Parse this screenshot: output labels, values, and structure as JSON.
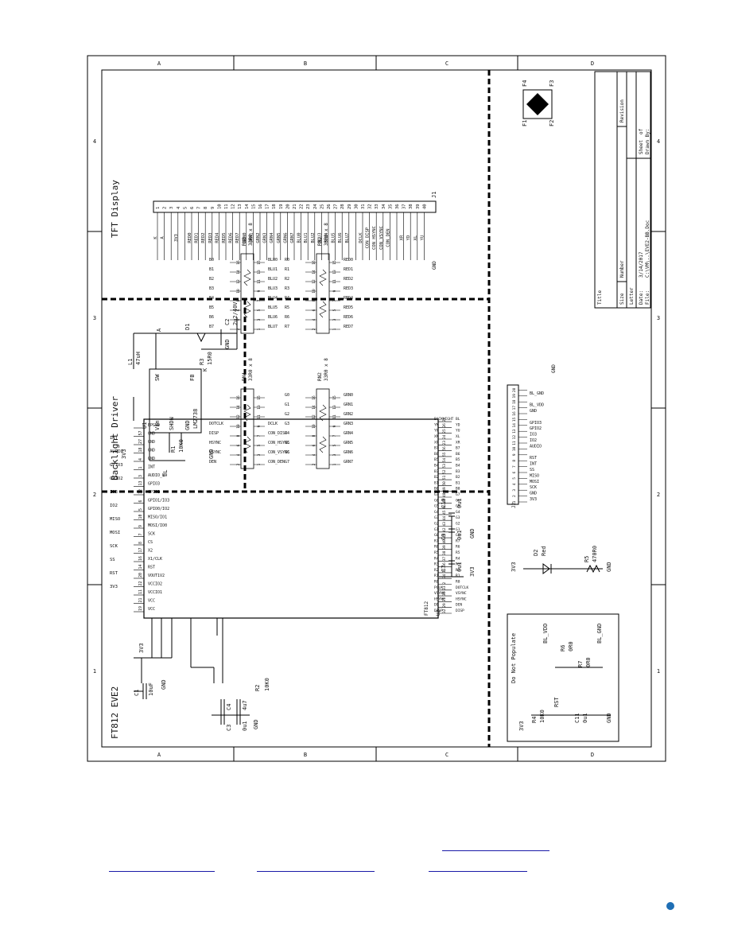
{
  "border": {
    "cols": [
      "A",
      "B",
      "C",
      "D"
    ],
    "rows": [
      "1",
      "2",
      "3",
      "4"
    ]
  },
  "sections": {
    "tft": "TFT Display",
    "backlight": "Backlight Driver",
    "eve": "FT812 EVE2",
    "dnp": "Do Not Populate"
  },
  "j1": {
    "ref": "J1",
    "pins": [
      "1",
      "2",
      "3",
      "4",
      "5",
      "6",
      "7",
      "8",
      "9",
      "10",
      "11",
      "12",
      "13",
      "14",
      "15",
      "16",
      "17",
      "18",
      "19",
      "20",
      "21",
      "22",
      "23",
      "24",
      "25",
      "26",
      "27",
      "28",
      "29",
      "30",
      "31",
      "32",
      "33",
      "34",
      "35",
      "36",
      "37",
      "38",
      "39",
      "40"
    ],
    "nets": [
      "K",
      "A",
      "",
      "3V3",
      "",
      "RED0",
      "RED1",
      "RED2",
      "RED3",
      "RED4",
      "RED5",
      "RED6",
      "RED7",
      "GRN0",
      "GRN1",
      "GRN2",
      "GRN3",
      "GRN4",
      "GRN5",
      "GRN6",
      "GRN7",
      "BLU0",
      "BLU1",
      "BLU2",
      "BLU3",
      "BLU4",
      "BLU5",
      "BLU6",
      "BLU7",
      "",
      "DCLK",
      "CON_DISP",
      "CON_HSYNC",
      "CON_VSYNC",
      "CON_DEN",
      "",
      "XR",
      "YD",
      "XL",
      "YU"
    ],
    "gnd": "GND"
  },
  "u2": {
    "ref": "U2",
    "part": "FT812",
    "left_pins": [
      {
        "num": "19",
        "name": "VCC"
      },
      {
        "num": "21",
        "name": "VCC"
      },
      {
        "num": "11",
        "name": "VCCIO1"
      },
      {
        "num": "22",
        "name": "VCCIO2"
      },
      {
        "num": "20",
        "name": "VOUT1V2"
      },
      {
        "num": "14",
        "name": "RST"
      },
      {
        "num": "16",
        "name": "X1/CLK"
      },
      {
        "num": "17",
        "name": "X2"
      },
      {
        "num": "8",
        "name": "CS"
      },
      {
        "num": "7",
        "name": "SCK"
      },
      {
        "num": "9",
        "name": "MOSI/IO0"
      },
      {
        "num": "10",
        "name": "MISO/IO1"
      },
      {
        "num": "5",
        "name": "GPIO0/IO2"
      },
      {
        "num": "6",
        "name": "GPIO1/IO3"
      },
      {
        "num": "12",
        "name": "GPIO2"
      },
      {
        "num": "13",
        "name": "GPIO3"
      },
      {
        "num": "3",
        "name": "AUDIO_L"
      },
      {
        "num": "1",
        "name": "INT"
      },
      {
        "num": "4",
        "name": "GND"
      },
      {
        "num": "18",
        "name": "GND"
      },
      {
        "num": "27",
        "name": "GND"
      },
      {
        "num": "57",
        "name": "GND"
      },
      {
        "num": "",
        "name": "EPGND"
      }
    ],
    "left_nets": [
      "3V3",
      "RST",
      "SS",
      "SCK",
      "MOSI",
      "MISO",
      "IO2",
      "IO3",
      "GPIO2",
      "GPIO3",
      "AUDIO",
      "INT"
    ],
    "right_pins": [
      {
        "num": "32",
        "name": "DISP",
        "net": "DISP"
      },
      {
        "num": "29",
        "name": "DE",
        "net": "DEN"
      },
      {
        "num": "31",
        "name": "HSYNC",
        "net": "HSYNC"
      },
      {
        "num": "30",
        "name": "VSYNC",
        "net": "VSYNC"
      },
      {
        "num": "33",
        "name": "PCLK",
        "net": "DOTCLK"
      },
      {
        "num": "2",
        "name": "R0",
        "net": "R0"
      },
      {
        "num": "34",
        "name": "R1",
        "net": "R1"
      },
      {
        "num": "35",
        "name": "R2",
        "net": "R2"
      },
      {
        "num": "36",
        "name": "R3",
        "net": "R3"
      },
      {
        "num": "37",
        "name": "R4",
        "net": "R4"
      },
      {
        "num": "38",
        "name": "R5",
        "net": "R5"
      },
      {
        "num": "39",
        "name": "R6",
        "net": "R6"
      },
      {
        "num": "40",
        "name": "R7",
        "net": "R7"
      },
      {
        "num": "41",
        "name": "G0",
        "net": "G0"
      },
      {
        "num": "42",
        "name": "G1",
        "net": "G1"
      },
      {
        "num": "43",
        "name": "G2",
        "net": "G2"
      },
      {
        "num": "44",
        "name": "G3",
        "net": "G3"
      },
      {
        "num": "45",
        "name": "G4",
        "net": "G4"
      },
      {
        "num": "46",
        "name": "G5",
        "net": "G5"
      },
      {
        "num": "47",
        "name": "G6",
        "net": "G6"
      },
      {
        "num": "48",
        "name": "G7",
        "net": "G7"
      },
      {
        "num": "49",
        "name": "B0",
        "net": "B0"
      },
      {
        "num": "50",
        "name": "B1",
        "net": "B1"
      },
      {
        "num": "51",
        "name": "B2",
        "net": "B2"
      },
      {
        "num": "52",
        "name": "B3",
        "net": "B3"
      },
      {
        "num": "53",
        "name": "B4",
        "net": "B4"
      },
      {
        "num": "54",
        "name": "B5",
        "net": "B5"
      },
      {
        "num": "55",
        "name": "B6",
        "net": "B6"
      },
      {
        "num": "56",
        "name": "B7",
        "net": "B7"
      },
      {
        "num": "23",
        "name": "XP",
        "net": "XR"
      },
      {
        "num": "24",
        "name": "XM",
        "net": "XL"
      },
      {
        "num": "25",
        "name": "YP",
        "net": "YU"
      },
      {
        "num": "26",
        "name": "YM",
        "net": "YD"
      },
      {
        "num": "28",
        "name": "BACKLIGHT",
        "net": "BL"
      }
    ]
  },
  "eve_parts": {
    "c1": [
      "C1",
      "10uF"
    ],
    "c3": [
      "C3",
      "0u1"
    ],
    "c4": [
      "C4",
      "4u7"
    ],
    "r2": [
      "R2",
      "10K0"
    ],
    "c7": [
      "C7",
      "0u1"
    ],
    "c9": [
      "C9",
      "0u1"
    ],
    "c10": [
      "C10",
      "0u1"
    ],
    "vcc_net": "3V3",
    "gnd": "GND"
  },
  "backlight": {
    "u1_ref": "U1",
    "u1_part": "LM2738",
    "u1_pins": [
      "SW",
      "FB",
      "Vin",
      "SHDN",
      "GND"
    ],
    "u1_pin_nums": [
      "1",
      "3",
      "5",
      "4",
      "2"
    ],
    "l1": [
      "L1",
      "47uH"
    ],
    "d1": "D1",
    "c2": [
      "C2",
      "2u2/40V"
    ],
    "r1": [
      "R1",
      "10K0"
    ],
    "r3": [
      "R3",
      "15R0"
    ],
    "net_bl": "BL",
    "net_k": "K",
    "net_a": "A",
    "net_3v3": "3V3",
    "gnd": "GND"
  },
  "rn1": {
    "ref": "RN1",
    "val": "33R0 x 8",
    "left_nets": [
      "R7",
      "R6",
      "R5",
      "R4",
      "R3",
      "R2",
      "R1",
      "R0"
    ],
    "left_pins": [
      "2",
      "4",
      "6",
      "8",
      "10",
      "12",
      "14",
      "16"
    ],
    "right_pins": [
      "1",
      "3",
      "5",
      "7",
      "9",
      "11",
      "13",
      "15"
    ],
    "right_nets": [
      "RED7",
      "RED6",
      "RED5",
      "RED4",
      "RED3",
      "RED2",
      "RED1",
      "RED0"
    ]
  },
  "rn2": {
    "ref": "RN2",
    "val": "33R0 x 8",
    "left_nets": [
      "G7",
      "G6",
      "G5",
      "G4",
      "G3",
      "G2",
      "G1",
      "G0"
    ],
    "left_pins": [
      "2",
      "4",
      "6",
      "8",
      "10",
      "12",
      "14",
      "16"
    ],
    "right_pins": [
      "1",
      "3",
      "5",
      "7",
      "9",
      "11",
      "13",
      "15"
    ],
    "right_nets": [
      "GRN7",
      "GRN6",
      "GRN5",
      "GRN4",
      "GRN3",
      "GRN2",
      "GRN1",
      "GRN0"
    ]
  },
  "rn3": {
    "ref": "RN3",
    "val": "33R0 x 8",
    "left_nets": [
      "B7",
      "B6",
      "B5",
      "B4",
      "B3",
      "B2",
      "B1",
      "B0"
    ],
    "left_pins": [
      "2",
      "4",
      "6",
      "8",
      "10",
      "12",
      "14",
      "16"
    ],
    "right_pins": [
      "1",
      "3",
      "5",
      "7",
      "9",
      "11",
      "13",
      "15"
    ],
    "right_nets": [
      "BLU7",
      "BLU6",
      "BLU5",
      "BLU4",
      "BLU3",
      "BLU2",
      "BLU1",
      "BLU0"
    ]
  },
  "rn4": {
    "ref": "RN4",
    "val": "33R0 x 8",
    "left_nets": [
      "DEN",
      "VSYNC",
      "HSYNC",
      "DISP",
      "DOTCLK",
      "",
      "",
      ""
    ],
    "left_pins": [
      "2",
      "4",
      "6",
      "8",
      "10",
      "12",
      "14",
      "16"
    ],
    "right_pins": [
      "1",
      "3",
      "5",
      "7",
      "9",
      "11",
      "13",
      "15"
    ],
    "right_nets": [
      "CON_DEN",
      "CON_VSYNC",
      "CON_HSYNC",
      "CON_DISP",
      "DCLK",
      "",
      "",
      ""
    ]
  },
  "j2": {
    "ref": "J2",
    "pins": [
      "1",
      "2",
      "3",
      "4",
      "5",
      "6",
      "7",
      "8",
      "9",
      "10",
      "11",
      "12",
      "13",
      "14",
      "15",
      "16",
      "17",
      "18",
      "19",
      "20"
    ],
    "nets": [
      "3V3",
      "GND",
      "SCK",
      "MOSI",
      "MISO",
      "SS",
      "INT",
      "RST",
      "",
      "AUDIO",
      "IO2",
      "IO3",
      "GPIO2",
      "GPIO3",
      "",
      "GND",
      "BL_VDD",
      "",
      "BL_GND",
      ""
    ],
    "gnd": "GND"
  },
  "led": {
    "d2": [
      "D2",
      "Red"
    ],
    "r5": [
      "R5",
      "470R0"
    ],
    "net": "3V3",
    "gnd": "GND"
  },
  "dnp_parts": {
    "r4": [
      "R4",
      "10K0"
    ],
    "c11": [
      "C11",
      "0u1"
    ],
    "r6": [
      "R6",
      "0R0"
    ],
    "r7": [
      "R7",
      "0R0"
    ],
    "net_3v3": "3V3",
    "net_rst": "RST",
    "net_blvdd": "BL_VDD",
    "net_blgnd": "BL_GND",
    "gnd": "GND"
  },
  "fiducials": [
    "F1",
    "F2",
    "F3",
    "F4"
  ],
  "title_block": {
    "title_label": "Title",
    "size_label": "Size",
    "size_value": "Letter",
    "number_label": "Number",
    "revision_label": "Revision",
    "date_label": "Date:",
    "date_value": "3/14/2017",
    "sheet_label": "Sheet",
    "of_label": "of",
    "file_label": "File:",
    "file_value": "C:\\VM\\..\\EVE2-BB.Doc",
    "drawn_label": "Drawn By:"
  }
}
